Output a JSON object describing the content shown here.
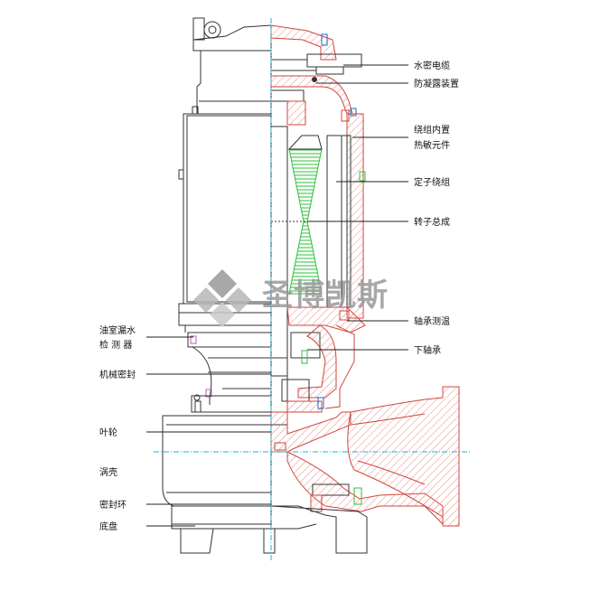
{
  "labels_right": [
    {
      "text": "水密电缆"
    },
    {
      "text": "防凝露装置"
    },
    {
      "text": "绕组内置"
    },
    {
      "text": "热敏元件"
    },
    {
      "text": "定子绕组"
    },
    {
      "text": "转子总成"
    },
    {
      "text": "轴承测温"
    },
    {
      "text": "下轴承"
    }
  ],
  "labels_left": [
    {
      "text": "油室漏水"
    },
    {
      "text": "检 测 器"
    },
    {
      "text": "机械密封"
    },
    {
      "text": "叶轮"
    },
    {
      "text": "涡壳"
    },
    {
      "text": "密封环"
    },
    {
      "text": "底盘"
    }
  ],
  "watermark": {
    "text": "圣博凯斯"
  },
  "colors": {
    "outline": "#333333",
    "section": "#d0443c",
    "hatch": "#e58a84",
    "rotor": "#2fbf3a",
    "centerline": "#19b5d8",
    "watermark": "#9a9a9a"
  }
}
